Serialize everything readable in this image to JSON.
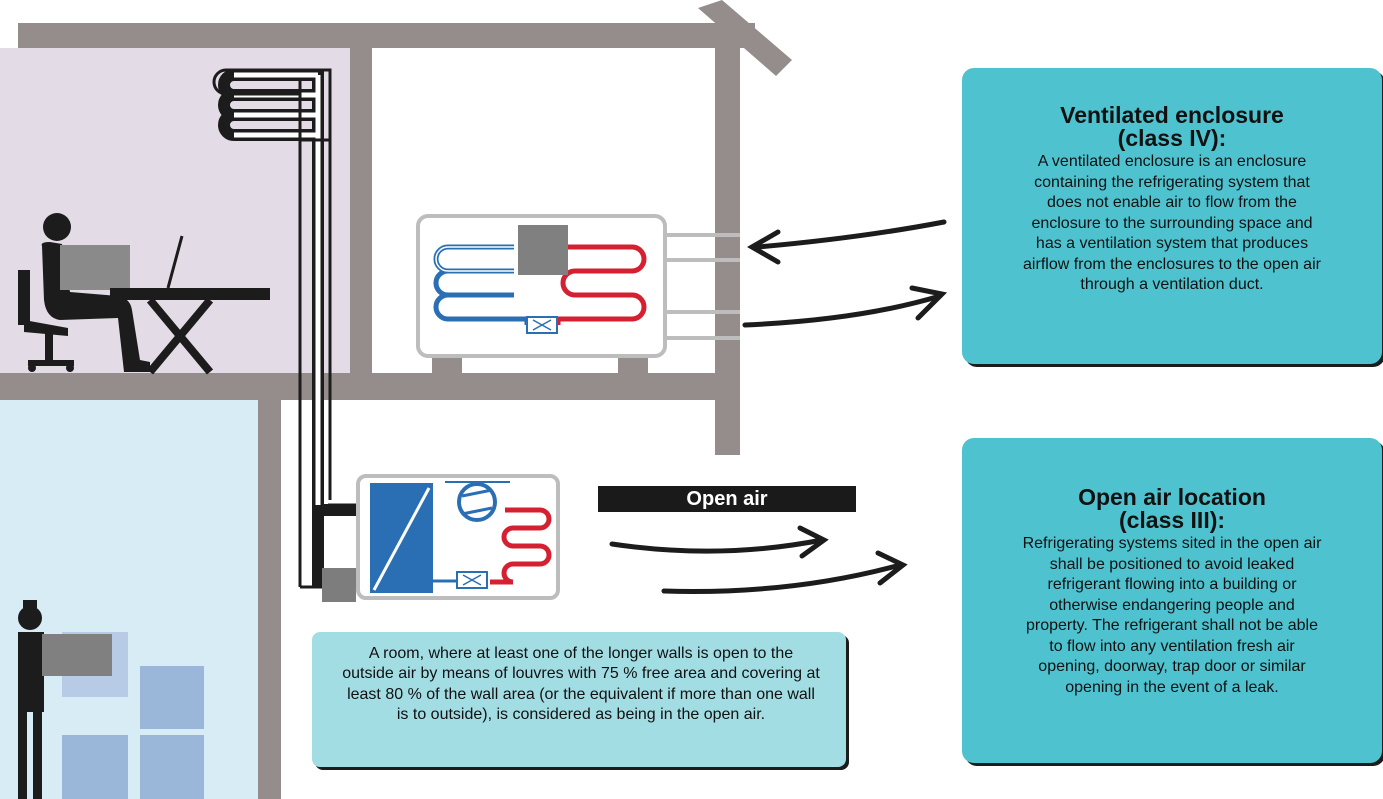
{
  "ventilated": {
    "title_line1": "Ventilated enclosure",
    "title_line2": "(class IV):",
    "body": "A ventilated enclosure is an enclosure containing the refrigerating system that does not enable air to flow from the enclosure to the surrounding space and has a ventilation system that produces airflow from the enclosures to the open air through a ventilation  duct."
  },
  "open_air_location": {
    "title_line1": "Open air location",
    "title_line2": "(class III):",
    "body": "Refrigerating systems sited in the open air shall be positioned to avoid leaked refrigerant flowing into a building or otherwise endangering people and property. The refrigerant shall not be able to flow into any ventilation fresh air opening, doorway, trap door or similar opening in the event of a leak."
  },
  "open_air_label": "Open air",
  "room_note": "A room, where at least one of the longer walls is open to the outside air by means of louvres with 75 % free area and covering at least 80 % of the wall area (or the equivalent if more than one wall is to outside), is considered as being in the open air.",
  "colors": {
    "wall": "#958d8b",
    "upper_room": "#e3dce6",
    "lower_room": "#d8ecf5",
    "teal_box": "#4ec3cf",
    "light_box": "#a3dde4",
    "coil_blue": "#2a6fb4",
    "coil_red": "#d42030",
    "dark": "#1c1c1c"
  }
}
